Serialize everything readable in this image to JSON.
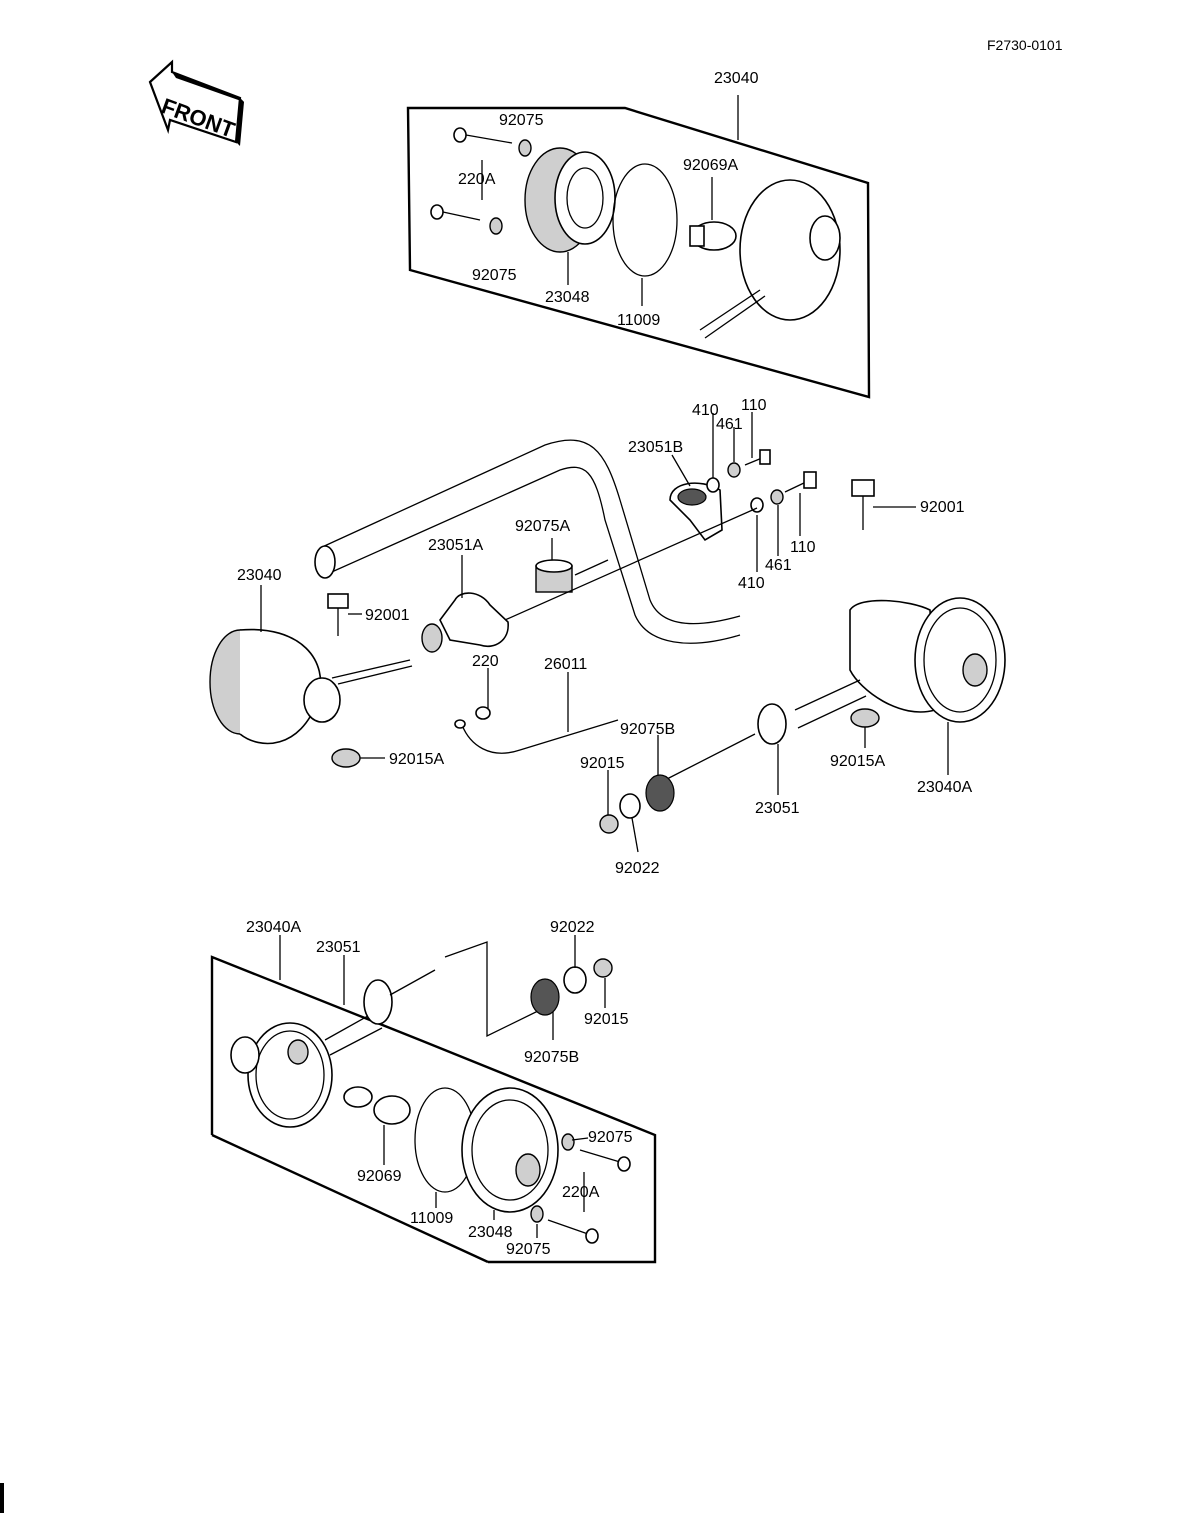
{
  "diagram_code": "F2730-0101",
  "front_label": "FRONT",
  "colors": {
    "ink": "#000000",
    "paper": "#ffffff",
    "shade": "#cfcfcf"
  },
  "labels": {
    "top": {
      "p23040": "23040",
      "p92075_a": "92075",
      "p220A": "220A",
      "p92075_b": "92075",
      "p23048": "23048",
      "p11009": "11009",
      "p92069A": "92069A"
    },
    "middle": {
      "p410_a": "410",
      "p461_a": "461",
      "p110_a": "110",
      "p23051B": "23051B",
      "p92001_r": "92001",
      "p92075A": "92075A",
      "p110_b": "110",
      "p461_b": "461",
      "p410_b": "410",
      "p23051A": "23051A",
      "p23040": "23040",
      "p92001_l": "92001",
      "p220": "220",
      "p26011": "26011",
      "p92015A_l": "92015A",
      "p92075B": "92075B",
      "p92015": "92015",
      "p92022": "92022",
      "p23051": "23051",
      "p92015A_r": "92015A",
      "p23040A": "23040A"
    },
    "bottom": {
      "p23040A": "23040A",
      "p23051": "23051",
      "p92022": "92022",
      "p92015": "92015",
      "p92075B": "92075B",
      "p92075_a": "92075",
      "p220A": "220A",
      "p92069": "92069",
      "p11009": "11009",
      "p23048": "23048",
      "p92075_b": "92075"
    }
  }
}
